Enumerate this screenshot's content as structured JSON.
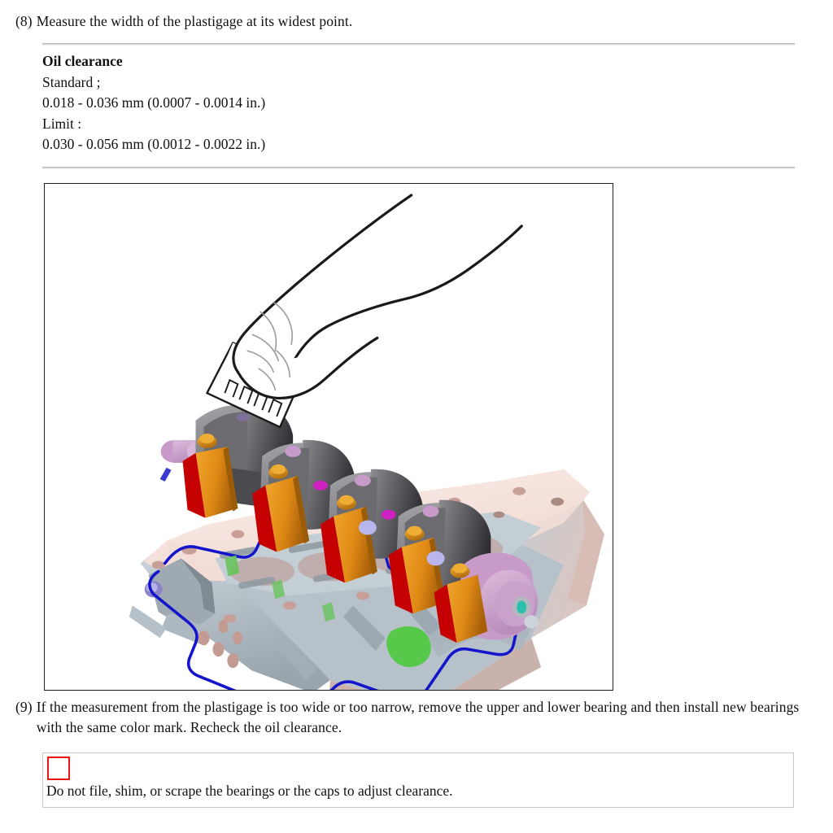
{
  "document": {
    "type": "service-manual-page",
    "steps": [
      {
        "marker": "(8)",
        "text": "Measure the width of the plastigage at its widest point."
      },
      {
        "marker": "(9)",
        "text": "If the measurement from the plastigage is too wide or too narrow, remove the upper and lower bearing and then install new bearings with the same color mark. Recheck the oil clearance."
      }
    ],
    "spec": {
      "title": "Oil clearance",
      "standard_label": "Standard ;",
      "standard_value": "0.018 - 0.036 mm (0.0007 - 0.0014 in.)",
      "limit_label": "Limit :",
      "limit_value": "0.030 - 0.056 mm (0.0012 - 0.0022 in.)"
    },
    "caution": {
      "icon": "caution-square-icon",
      "text": "Do not file, shim, or scrape the bearings or the caps to adjust clearance."
    },
    "figure": {
      "alt": "Engine cylinder block with crankshaft installed; a hand holds the plastigage measurement scale card above the bearing journal",
      "colors": {
        "block_deck": "#f7e2dc",
        "block_casting": "#b9c3cb",
        "block_shadow": "#8e99a2",
        "rod_cap": "#e08a16",
        "rod_cap_dark": "#b96c0d",
        "bearing_red": "#c40000",
        "crank_gray": "#6e6e72",
        "crank_dark": "#3c3c40",
        "journal_mauve": "#cda5cf",
        "sealant_blue": "#1414cc",
        "port_magenta": "#e020c0",
        "mark_green": "#56c84a",
        "mark_blue": "#b8b6ec",
        "outline_black": "#1a1a1a"
      }
    }
  }
}
